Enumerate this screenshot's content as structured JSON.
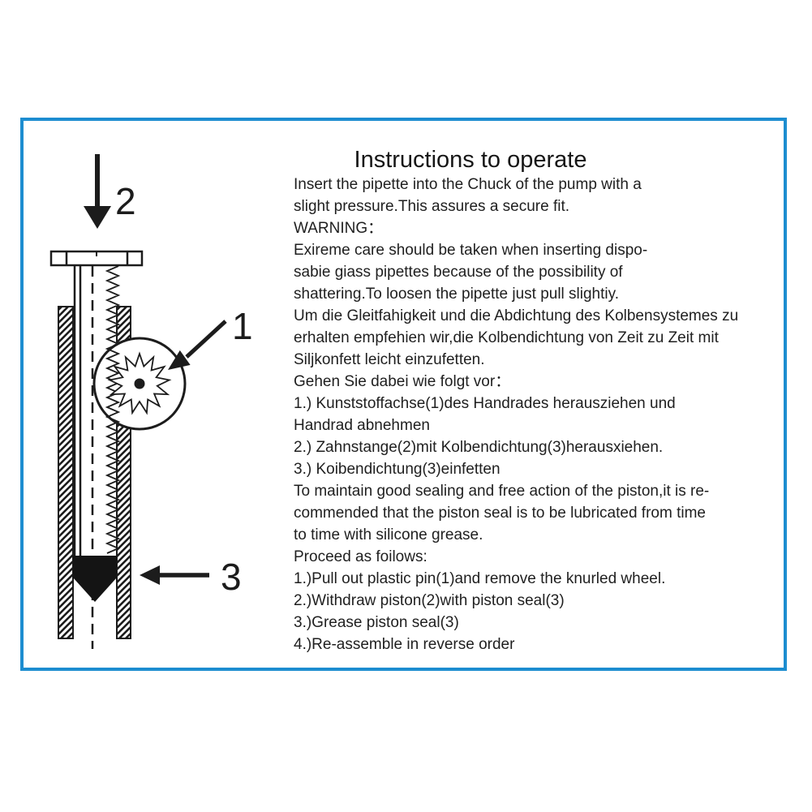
{
  "page": {
    "border_color": "#1d8dd0",
    "ink_color": "#1c1c1c"
  },
  "header": {
    "title": "Instructions to operate"
  },
  "diagram": {
    "description": "pipette-pump-cross-section",
    "labels": {
      "gear_wheel": "1",
      "plunger": "2",
      "piston_seal": "3"
    }
  },
  "main": {
    "lines": [
      "Insert the pipette into the Chuck of the pump with a",
      "slight pressure.This assures a secure fit.",
      "WARNING：",
      "Exireme care should be taken when inserting dispo-",
      "sabie giass pipettes because of the possibility of",
      "shattering.To loosen the pipette just pull slightiy.",
      "Um die Gleitfahigkeit und die Abdichtung des Kolbensystemes zu",
      "erhalten empfehien wir,die Kolbendichtung von Zeit zu Zeit mit",
      "Siljkonfett leicht einzufetten.",
      "Gehen Sie dabei wie folgt vor：",
      "1.) Kunststoffachse(1)des Handrades herausziehen und",
      "Handrad abnehmen",
      "2.) Zahnstange(2)mit Kolbendichtung(3)herausxiehen.",
      "3.) Koibendichtung(3)einfetten",
      "To maintain good sealing and free action of the piston,it is re-",
      "commended that the piston seal is to be lubricated from time",
      "to time with silicone grease.",
      "Proceed as foilows:",
      "1.)Pull out plastic pin(1)and remove the knurled wheel.",
      "2.)Withdraw piston(2)with piston seal(3)",
      "3.)Grease piston seal(3)",
      "4.)Re-assemble in reverse order"
    ]
  }
}
